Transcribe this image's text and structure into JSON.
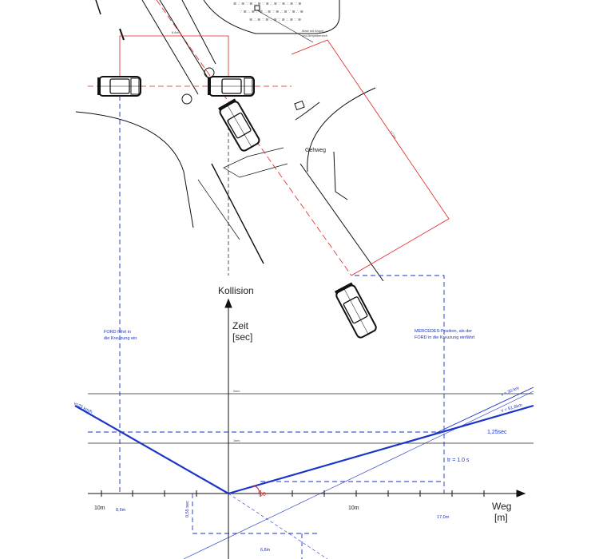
{
  "labels": {
    "kollision": "Kollision",
    "zeit": "Zeit",
    "zeit_unit": "[sec]",
    "weg": "Weg",
    "weg_unit": "[m]",
    "gehweg": "Gehweg",
    "ford_note_1": "FORD fährt in",
    "ford_note_2": "die Kreuzung ein",
    "merc_note_1": "MERCEDES-Position, als der",
    "merc_note_2": "FORD in die Kreuzung einfährt",
    "mark_left_10m": "10m",
    "mark_right_10m": "10m",
    "mark_8_6m": "8,6m",
    "mark_17_0m": "17,0m",
    "t_125": "1,25sec",
    "tr": "tr = 1.0 s",
    "v_ford": "v=25 km/h",
    "v_30": "v = 30 km",
    "v_51": "v = 51,6km",
    "angle": "50",
    "grid_2sec": "2sec",
    "grid_1sec": "1sec",
    "dim_top": "8,6m",
    "dim_diag": "17,0m",
    "dim_bottom": "6,8m",
    "dim_vert": "0,55 sec",
    "sign_1": "Mast mit Ampel",
    "sign_2": "und Ampelbereich"
  },
  "colors": {
    "diagram_blue": "#1a33c8",
    "marker_red": "#e02020",
    "ink": "#111111"
  }
}
